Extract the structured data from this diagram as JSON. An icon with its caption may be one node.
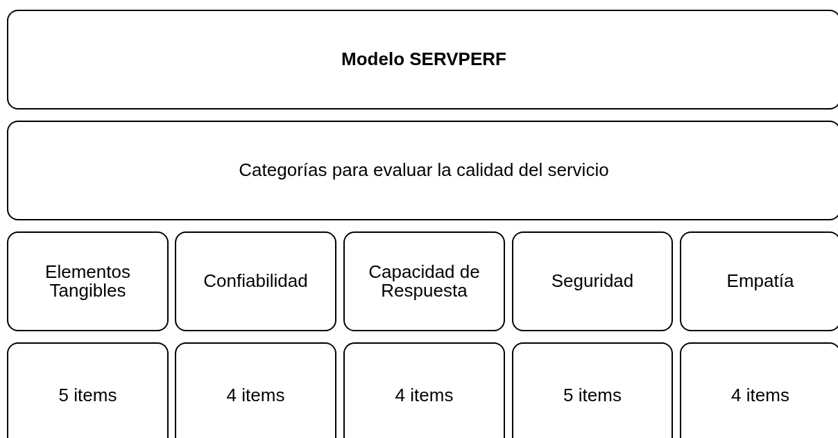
{
  "diagram": {
    "nodes": [
      {
        "text": [
          "Modelo SERVPERF"
        ]
      },
      {
        "text": [
          "Categorías para evaluar la calidad del servicio"
        ]
      },
      {
        "text": [
          "Elementos Tangibles"
        ]
      },
      {
        "text": [
          "Confiabilidad"
        ]
      },
      {
        "text": [
          "Capacidad de Respuesta"
        ]
      },
      {
        "text": [
          "Seguridad"
        ]
      },
      {
        "text": [
          "Empatía"
        ]
      },
      {
        "text": [
          "5 items"
        ]
      },
      {
        "text": [
          "4 items"
        ]
      },
      {
        "text": [
          "4 items"
        ]
      },
      {
        "text": [
          "5 items"
        ]
      },
      {
        "text": [
          "4 items"
        ]
      }
    ],
    "edges": []
  }
}
